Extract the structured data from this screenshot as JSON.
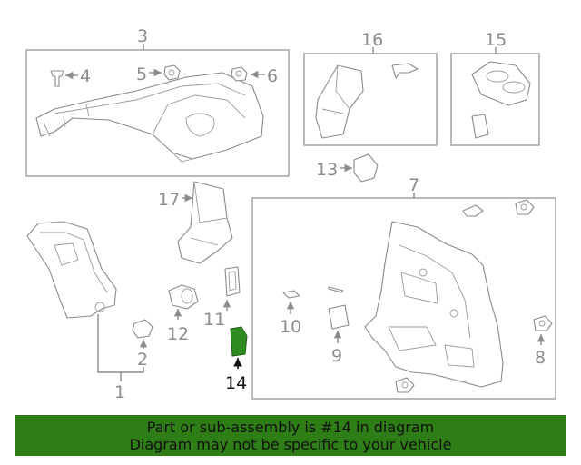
{
  "colors": {
    "highlight_part": "#2e8b22",
    "banner_bg": "#2e7d16",
    "callout_gray": "#8c8c8c",
    "callout_active": "#111111"
  },
  "callouts": {
    "c1": "1",
    "c2": "2",
    "c3": "3",
    "c4": "4",
    "c5": "5",
    "c6": "6",
    "c7": "7",
    "c8": "8",
    "c9": "9",
    "c10": "10",
    "c11": "11",
    "c12": "12",
    "c13": "13",
    "c14": "14",
    "c15": "15",
    "c16": "16",
    "c17": "17"
  },
  "highlighted_callout": "14",
  "banner": {
    "line1": "Part or sub-assembly is #14 in diagram",
    "line2": "Diagram may not be specific to your vehicle"
  }
}
